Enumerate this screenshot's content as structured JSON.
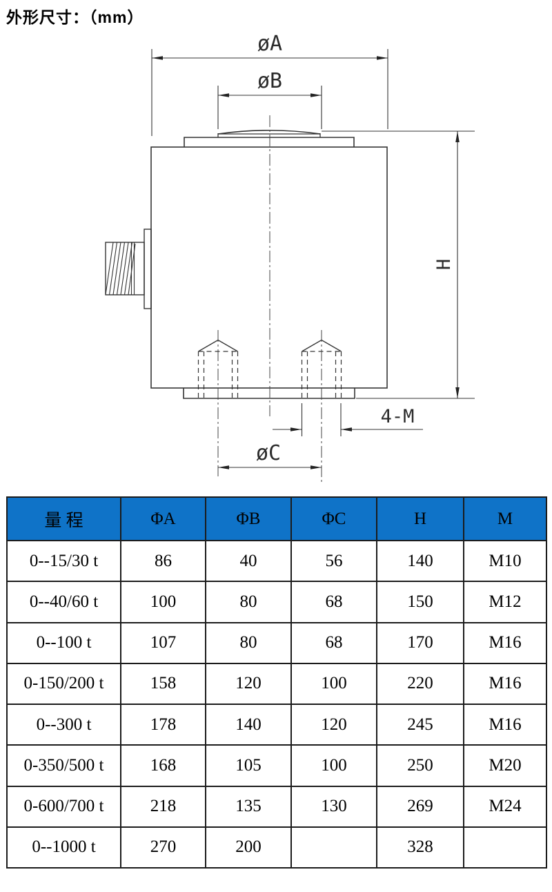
{
  "page": {
    "title": "外形尺寸：（mm）"
  },
  "diagram": {
    "labels": {
      "phi_a": "øA",
      "phi_b": "øB",
      "phi_c": "øC",
      "height": "H",
      "bolt": "4-M"
    }
  },
  "table": {
    "header_bg": "#0f73c8",
    "border_color": "#1b1b1b",
    "headers": [
      "量 程",
      "ΦA",
      "ΦB",
      "ΦC",
      "H",
      "M"
    ],
    "rows": [
      [
        "0--15/30 t",
        "86",
        "40",
        "56",
        "140",
        "M10"
      ],
      [
        "0--40/60 t",
        "100",
        "80",
        "68",
        "150",
        "M12"
      ],
      [
        "0--100 t",
        "107",
        "80",
        "68",
        "170",
        "M16"
      ],
      [
        "0-150/200 t",
        "158",
        "120",
        "100",
        "220",
        "M16"
      ],
      [
        "0--300 t",
        "178",
        "140",
        "120",
        "245",
        "M16"
      ],
      [
        "0-350/500 t",
        "168",
        "105",
        "100",
        "250",
        "M20"
      ],
      [
        "0-600/700 t",
        "218",
        "135",
        "130",
        "269",
        "M24"
      ],
      [
        "0--1000 t",
        "270",
        "200",
        "",
        "328",
        ""
      ]
    ]
  }
}
